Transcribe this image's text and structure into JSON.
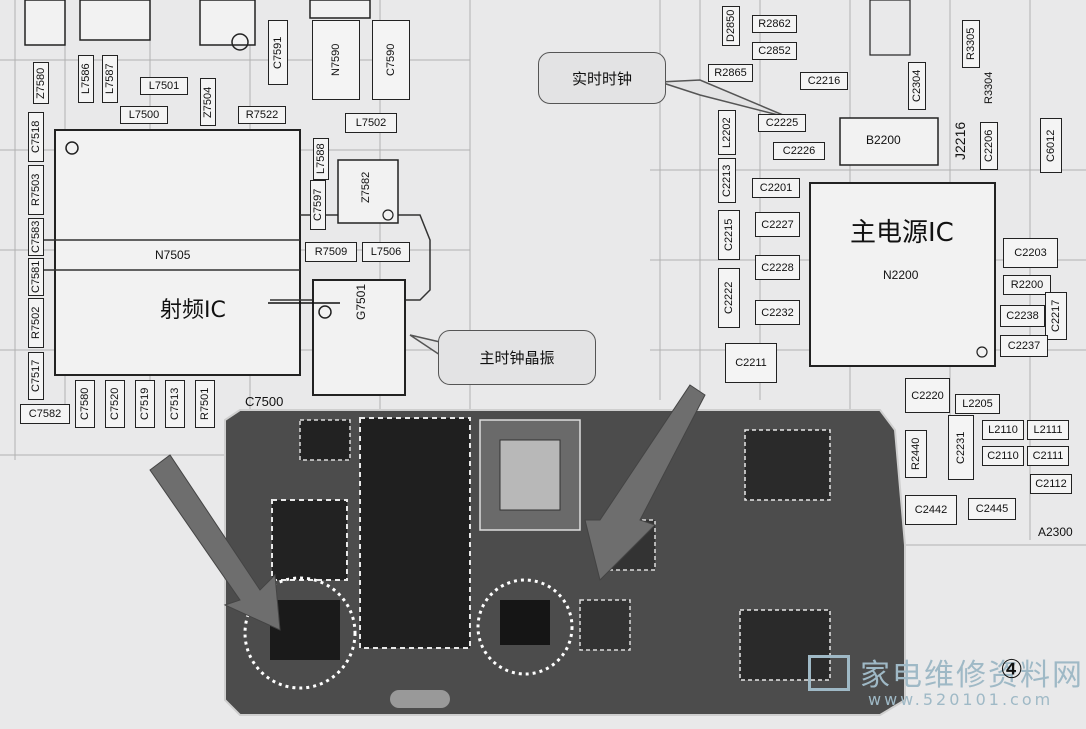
{
  "labels": {
    "rtc": "实时时钟",
    "rf_ic": "射频IC",
    "main_crystal": "主时钟晶振",
    "pmu_ic": "主电源IC",
    "n7505": "N7505",
    "g7501": "G7501",
    "n2200": "N2200",
    "b2200": "B2200",
    "a2300": "A2300",
    "c7500": "C7500",
    "figure_num": "④"
  },
  "components_left": [
    "Z7580",
    "L7586",
    "L7587",
    "L7501",
    "Z7504",
    "L7500",
    "R7522",
    "C7591",
    "N7590",
    "C7590",
    "L7502",
    "C7518",
    "R7503",
    "C7583",
    "C7581",
    "R7502",
    "C7517",
    "C7582",
    "C7580",
    "C7520",
    "C7519",
    "C7513",
    "R7501",
    "C7597",
    "L7588",
    "Z7582",
    "R7509",
    "L7506"
  ],
  "components_right": [
    "D2850",
    "R2862",
    "C2852",
    "R2865",
    "C2216",
    "C2304",
    "R3305",
    "R3304",
    "J2216",
    "C2225",
    "C2226",
    "C2206",
    "C6012",
    "L2202",
    "C2213",
    "C2201",
    "C2227",
    "C2228",
    "C2232",
    "C2215",
    "C2222",
    "C2211",
    "C2203",
    "R2200",
    "C2238",
    "C2217",
    "C2237",
    "C2220",
    "L2205",
    "R2440",
    "C2231",
    "L2110",
    "L2111",
    "C2110",
    "C2111",
    "C2112",
    "C2442",
    "C2445"
  ],
  "watermark": {
    "text": "家电维修资料网",
    "url": "www.520101.com"
  },
  "colors": {
    "paper": "#e9e9ea",
    "board": "#4a4a4a",
    "chip": "#1c1c1c",
    "arrow": "#6c6c6c",
    "watermark": "#9fb9c6"
  }
}
